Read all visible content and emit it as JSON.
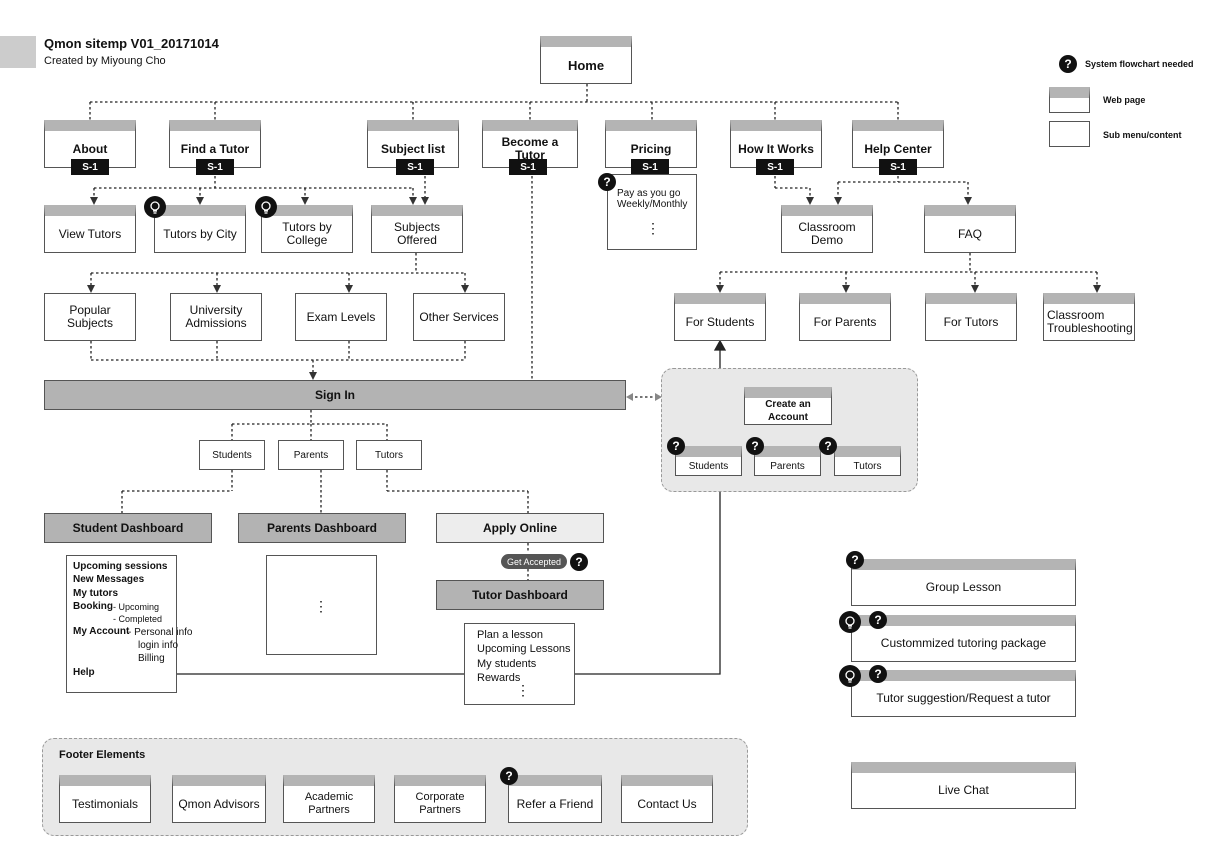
{
  "header": {
    "title": "Qmon sitemp V01_20171014",
    "subtitle": "Created by Miyoung Cho"
  },
  "legend": {
    "flowchart_label": "System flowchart needed",
    "webpage_label": "Web page",
    "submenu_label": "Sub menu/content"
  },
  "symbols": {
    "question": "?",
    "lightbulb_icon": "lightbulb-icon",
    "vertical_dots": "⋮"
  },
  "home": "Home",
  "s1": "S-1",
  "top_nav": [
    "About",
    "Find a Tutor",
    "Subject list",
    "Become a Tutor",
    "Pricing",
    "How It Works",
    "Help Center"
  ],
  "tutors": {
    "view": "View Tutors",
    "by_city": "Tutors by City",
    "by_college": "Tutors by College",
    "subjects_offered": "Subjects Offered"
  },
  "subjects": [
    "Popular Subjects",
    "University Admissions",
    "Exam Levels",
    "Other Services"
  ],
  "pricing": {
    "line1": "Pay as you go",
    "line2": "Weekly/Monthly"
  },
  "help": {
    "classroom_demo": "Classroom Demo",
    "faq": "FAQ"
  },
  "faq_items": [
    "For Students",
    "For Parents",
    "For Tutors",
    "Classroom Troubleshooting"
  ],
  "signin": "Sign In",
  "roles": [
    "Students",
    "Parents",
    "Tutors"
  ],
  "create_account": {
    "title": "Create an Account",
    "roles": [
      "Students",
      "Parents",
      "Tutors"
    ]
  },
  "dashboards": {
    "student": "Student Dashboard",
    "parents": "Parents Dashboard",
    "apply": "Apply Online",
    "get_accepted": "Get Accepted",
    "tutor": "Tutor Dashboard"
  },
  "student_menu": {
    "upcoming": "Upcoming sessions",
    "messages": "New Messages",
    "my_tutors": "My tutors",
    "booking": "Booking",
    "booking_upcoming": "- Upcoming",
    "booking_completed": "- Completed",
    "account": "My Account",
    "personal": "- Personal info",
    "login": "login info",
    "billing": "Billing",
    "help": "Help"
  },
  "tutor_menu": [
    "Plan a lesson",
    "Upcoming Lessons",
    "My students",
    "Rewards"
  ],
  "features": [
    "Group Lesson",
    "Custommized tutoring package",
    "Tutor suggestion/Request a tutor",
    "Live Chat"
  ],
  "footer": {
    "title": "Footer Elements",
    "items": [
      "Testimonials",
      "Qmon Advisors",
      "Academic Partners",
      "Corporate Partners",
      "Refer a Friend",
      "Contact Us"
    ]
  }
}
